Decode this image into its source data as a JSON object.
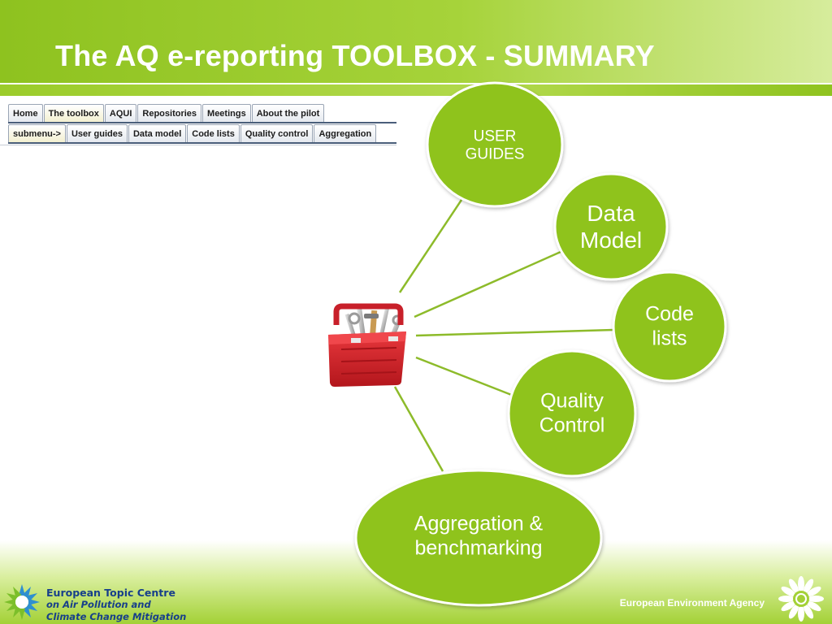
{
  "header": {
    "title": "The AQ e-reporting TOOLBOX - SUMMARY"
  },
  "nav": {
    "main_tabs": [
      {
        "label": "Home",
        "active": false
      },
      {
        "label": "The toolbox",
        "active": true
      },
      {
        "label": "AQUI",
        "active": false
      },
      {
        "label": "Repositories",
        "active": false
      },
      {
        "label": "Meetings",
        "active": false
      },
      {
        "label": "About the pilot",
        "active": false
      }
    ],
    "sub_tabs": [
      {
        "label": "submenu->",
        "active": true
      },
      {
        "label": "User guides",
        "active": false
      },
      {
        "label": "Data model",
        "active": false
      },
      {
        "label": "Code lists",
        "active": false
      },
      {
        "label": "Quality control",
        "active": false
      },
      {
        "label": "Aggregation",
        "active": false
      }
    ]
  },
  "diagram": {
    "center_icon": "toolbox-icon",
    "nodes": [
      {
        "id": "user-guides",
        "lines": [
          "USER",
          "GUIDES"
        ]
      },
      {
        "id": "data-model",
        "lines": [
          "Data",
          "Model"
        ]
      },
      {
        "id": "code-lists",
        "lines": [
          "Code",
          "lists"
        ]
      },
      {
        "id": "quality-control",
        "lines": [
          "Quality",
          "Control"
        ]
      },
      {
        "id": "aggregation",
        "lines": [
          "Aggregation &",
          "benchmarking"
        ]
      }
    ]
  },
  "footer": {
    "etc_logo": {
      "line1": "European Topic Centre",
      "line2": "on Air Pollution and",
      "line3": "Climate Change Mitigation"
    },
    "agency": "European Environment Agency"
  },
  "colors": {
    "node_fill": "#8fc31f",
    "connector": "#8dbb2a",
    "toolbox_red": "#d9262c",
    "etc_text": "#173f8a"
  }
}
